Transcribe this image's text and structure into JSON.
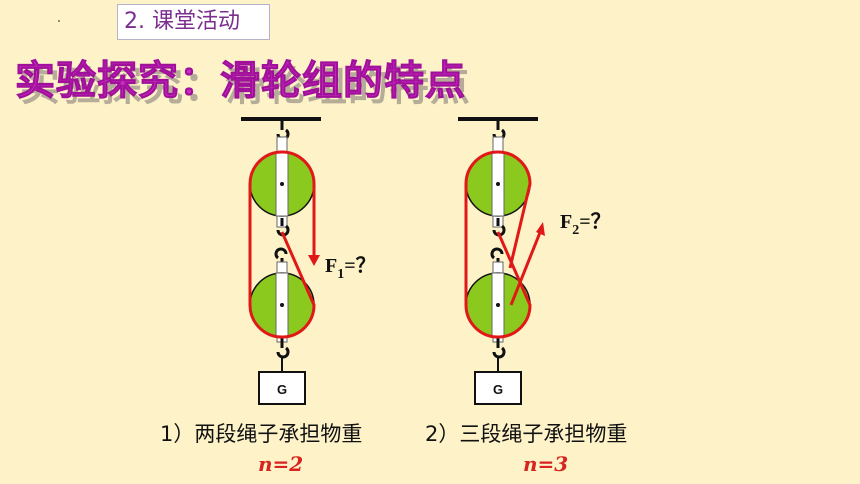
{
  "section": {
    "label": "2. 课堂活动"
  },
  "title": {
    "text": "实验探究：滑轮组的特点"
  },
  "diagram_left": {
    "force_label_main": "F",
    "force_label_sub": "1",
    "force_label_tail": "=？",
    "weight_label": "G",
    "caption": "1）两段绳子承担物重",
    "n_value": "n=2"
  },
  "diagram_right": {
    "force_label_main": "F",
    "force_label_sub": "2",
    "force_label_tail": "=？",
    "weight_label": "G",
    "caption": "2）三段绳子承担物重",
    "n_value": "n=3"
  },
  "colors": {
    "pulley": "#8cc91e",
    "rope": "#e01818",
    "background": "#fdf2c8",
    "title": "#cc2fc3"
  }
}
